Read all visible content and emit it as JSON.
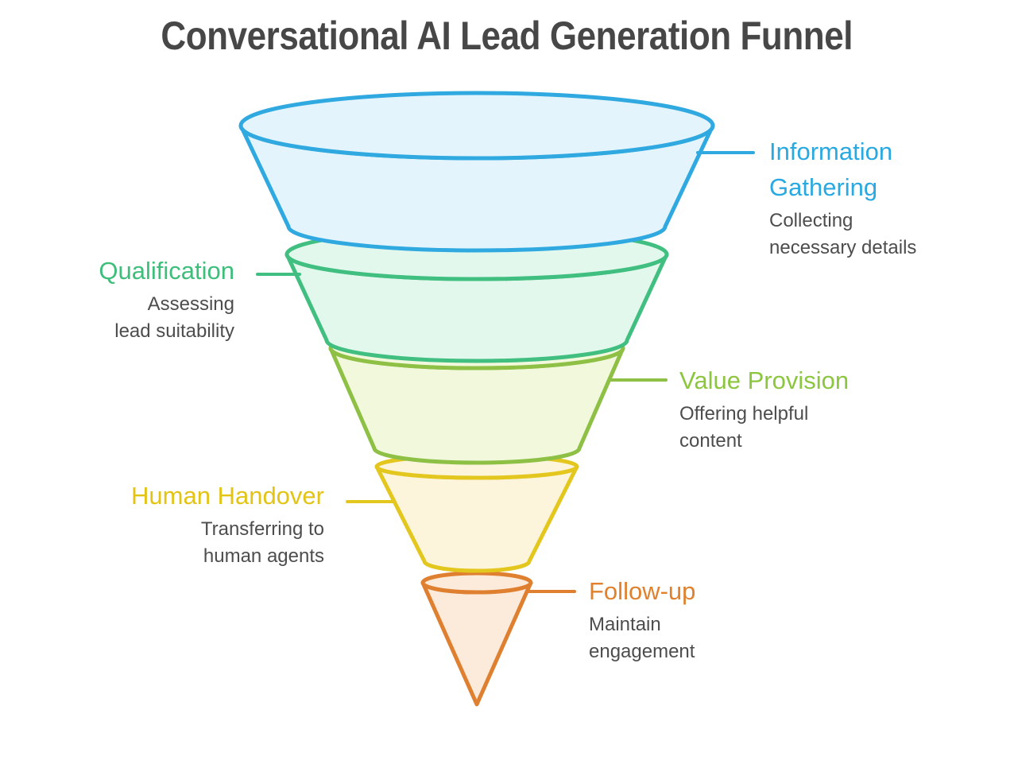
{
  "title": "Conversational AI Lead Generation Funnel",
  "colors": {
    "background": "#FFFFFF",
    "title_text": "#474747",
    "description_text": "#4D4D4D"
  },
  "funnel": {
    "stages": [
      {
        "id": "information-gathering",
        "label": "Information Gathering",
        "description": "Collecting\nnecessary details",
        "stroke": "#2FA9DF",
        "fill": "#E4F4FC",
        "label_color": "#29A9E0",
        "side": "right"
      },
      {
        "id": "qualification",
        "label": "Qualification",
        "description": "Assessing\nlead suitability",
        "stroke": "#41BF80",
        "fill": "#E3F8ED",
        "label_color": "#3DBE7B",
        "side": "left"
      },
      {
        "id": "value-provision",
        "label": "Value Provision",
        "description": "Offering helpful\ncontent",
        "stroke": "#8DC044",
        "fill": "#F1F8DC",
        "label_color": "#8CC63F",
        "side": "right"
      },
      {
        "id": "human-handover",
        "label": "Human Handover",
        "description": "Transferring to\nhuman agents",
        "stroke": "#E3C71E",
        "fill": "#FCF5DC",
        "label_color": "#E3C414",
        "side": "left"
      },
      {
        "id": "follow-up",
        "label": "Follow-up",
        "description": "Maintain\nengagement",
        "stroke": "#DF8030",
        "fill": "#FCEADB",
        "label_color": "#E0812E",
        "side": "right"
      }
    ]
  }
}
